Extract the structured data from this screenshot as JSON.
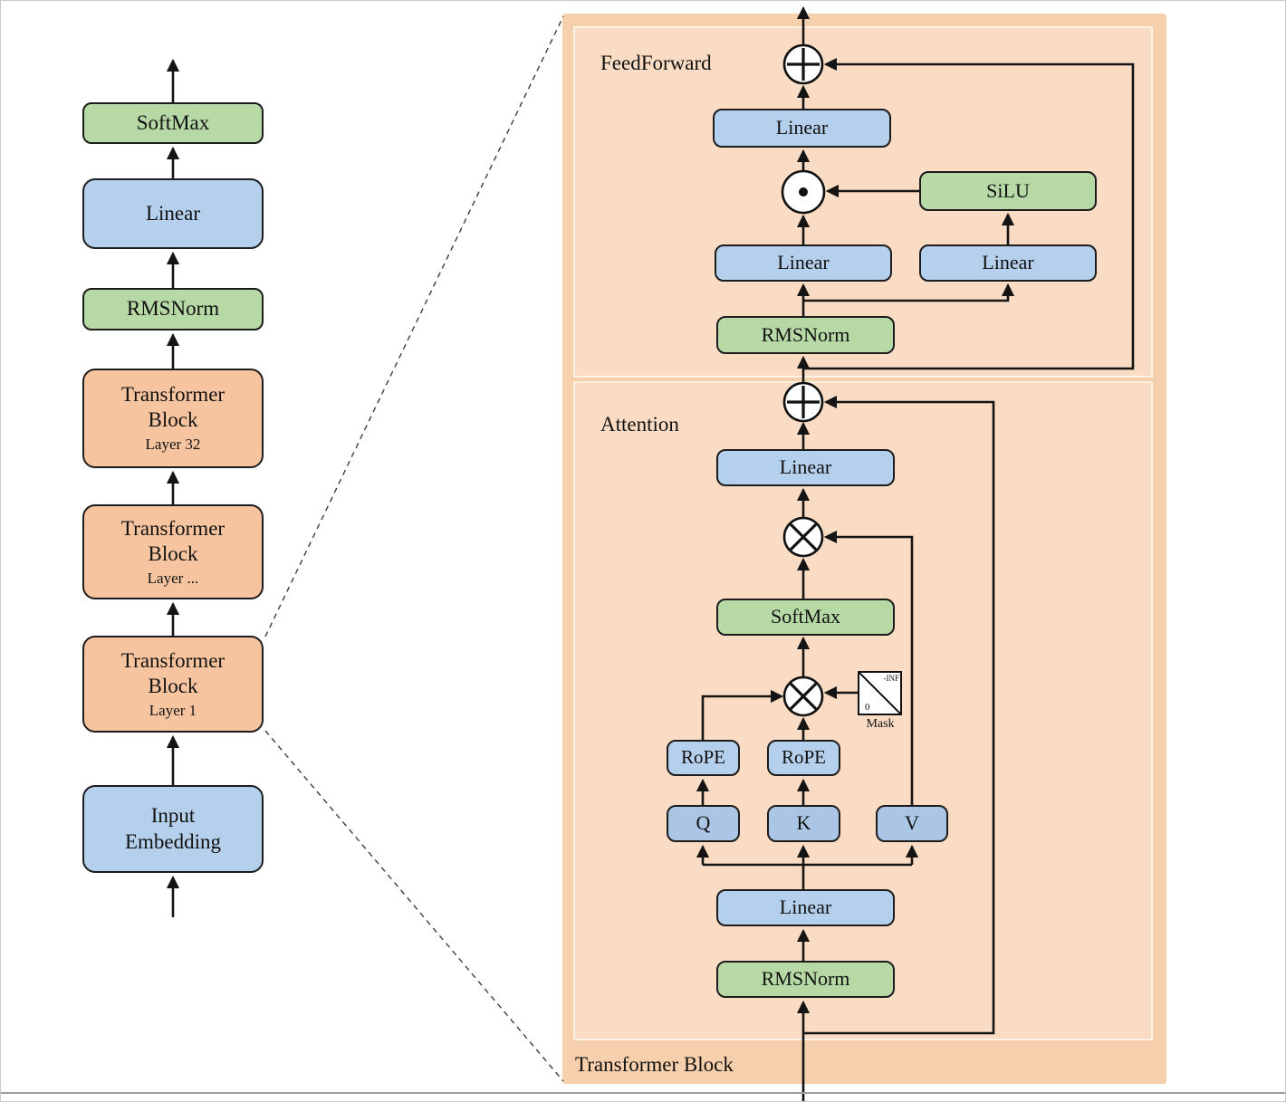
{
  "left_stack": {
    "boxes": [
      {
        "label": "SoftMax"
      },
      {
        "label": "Linear"
      },
      {
        "label": "RMSNorm"
      },
      {
        "line1": "Transformer",
        "line2": "Block",
        "sub": "Layer 32"
      },
      {
        "line1": "Transformer",
        "line2": "Block",
        "sub": "Layer ..."
      },
      {
        "line1": "Transformer",
        "line2": "Block",
        "sub": "Layer 1"
      },
      {
        "line1": "Input",
        "line2": "Embedding"
      }
    ]
  },
  "panel": {
    "label": "Transformer Block",
    "feedforward": {
      "section_label": "FeedForward",
      "linear_out": "Linear",
      "silu": "SiLU",
      "linear_left": "Linear",
      "linear_right": "Linear",
      "rmsnorm": "RMSNorm"
    },
    "attention": {
      "section_label": "Attention",
      "linear_out": "Linear",
      "softmax": "SoftMax",
      "rope_q": "RoPE",
      "rope_k": "RoPE",
      "q": "Q",
      "k": "K",
      "v": "V",
      "linear_in": "Linear",
      "rmsnorm": "RMSNorm",
      "mask": {
        "label": "Mask",
        "upper": "-INF",
        "lower": "0"
      }
    }
  },
  "icons": {
    "residual-add-op": "circle-plus ⊕",
    "matmul-op": "circle-times ⊗",
    "elementwise-mul-op": "circle-dot ⊙",
    "flow-arrow": "↑"
  },
  "colors": {
    "blue_box": "#b5d0ec",
    "blue_qkv_box": "#abc6e4",
    "green_box": "#b6d9a5",
    "orange_box": "#f6c49e",
    "panel_outer": "#f6cfac",
    "panel_inner": "#f9dcc3",
    "line": "#141414"
  }
}
